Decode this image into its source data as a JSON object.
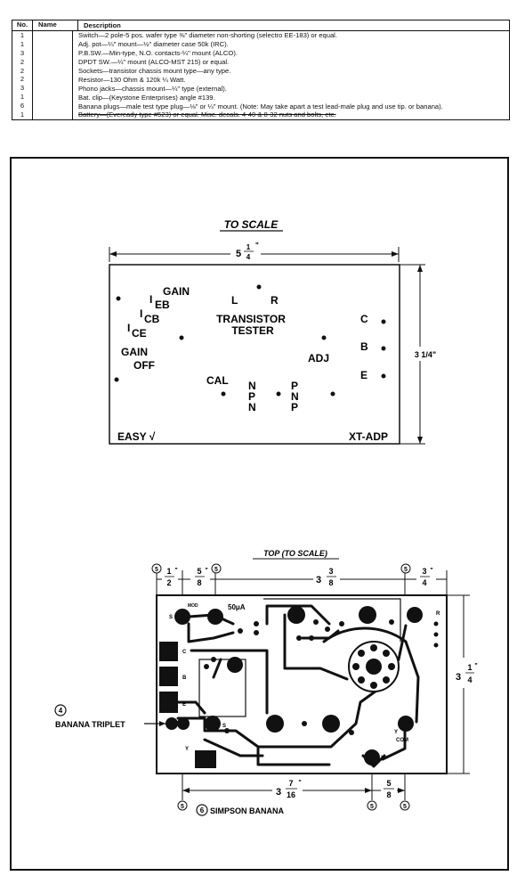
{
  "parts_table": {
    "headers": {
      "no": "No.",
      "name": "Name",
      "description": "Description"
    },
    "rows": [
      {
        "no": "1",
        "description": "Switch—2 pole-5 pos. wafer type ⅜\" diameter non-shorting (selectro EE-183) or equal."
      },
      {
        "no": "1",
        "description": "Adj. pot—¼\" mount—½\" diameter case 50k (IRC)."
      },
      {
        "no": "3",
        "description": "P.B.SW.—Min-type, N.O. contacts-¼\" mount (ALCO)."
      },
      {
        "no": "2",
        "description": "DPDT SW.—¼\" mount (ALCO-MST 215) or equal."
      },
      {
        "no": "2",
        "description": "Sockets—transistor chassis mount type—any type."
      },
      {
        "no": "2",
        "description": "Resistor—130 Ohm & 120k ¼ Watt."
      },
      {
        "no": "3",
        "description": "Phono jacks—chassis mount—¼\" type (external)."
      },
      {
        "no": "1",
        "description": "Bat. clip—(Keystone Enterprises) angle #139."
      },
      {
        "no": "6",
        "description": "Banana plugs—male test type plug—⅛\" or ¼\" mount. (Note: May take apart a test lead-male plug and use tip. or banana)."
      },
      {
        "no": "1",
        "description": "Battery—(Eveready type #523) or equal. Misc. decals. 4-40 & 8-32 nuts and bolts, etc."
      }
    ]
  },
  "panel": {
    "caption": "TO SCALE",
    "width_whole": "5",
    "width_frac_num": "1",
    "width_frac_den": "4",
    "width_unit": "\"",
    "height_label": "3 1/4\"",
    "labels": {
      "gain_top": "GAIN",
      "i_eb": "I",
      "i_eb_sub": "EB",
      "i_cb": "I",
      "i_cb_sub": "CB",
      "i_ce": "I",
      "i_ce_sub": "CE",
      "l": "L",
      "r": "R",
      "title1": "TRANSISTOR",
      "title2": "TESTER",
      "c": "C",
      "b": "B",
      "e": "E",
      "gain": "GAIN",
      "off": "OFF",
      "adj": "ADJ",
      "cal": "CAL",
      "npn_n1": "N",
      "npn_p": "P",
      "npn_n2": "N",
      "pnp_p1": "P",
      "pnp_n": "N",
      "pnp_p2": "P",
      "easy": "EASY √",
      "model": "XT-ADP"
    }
  },
  "board": {
    "caption": "TOP (TO SCALE)",
    "dims_top": [
      {
        "num": "1",
        "den": "2",
        "unit": "\""
      },
      {
        "num": "5",
        "den": "8",
        "unit": "\""
      },
      {
        "whole": "3",
        "num": "3",
        "den": "8"
      },
      {
        "num": "3",
        "den": "4",
        "unit": "\""
      }
    ],
    "dims_bottom": [
      {
        "whole": "3",
        "num": "7",
        "den": "16",
        "unit": "\""
      },
      {
        "num": "5",
        "den": "8"
      }
    ],
    "height_whole": "3",
    "height_num": "1",
    "height_den": "4",
    "height_unit": "\"",
    "callout_5": "5",
    "callout_4": "4",
    "callout_6": "6",
    "banana_triplet": "BANANA TRIPLET",
    "simpson_banana": "SIMPSON BANANA",
    "meter": "50μA",
    "pcb_labels": {
      "s1": "S",
      "c": "C",
      "b": "B",
      "e": "E",
      "y": "Y",
      "com": "COM",
      "r": "R",
      "s2": "S",
      "mod": "MOD"
    }
  }
}
